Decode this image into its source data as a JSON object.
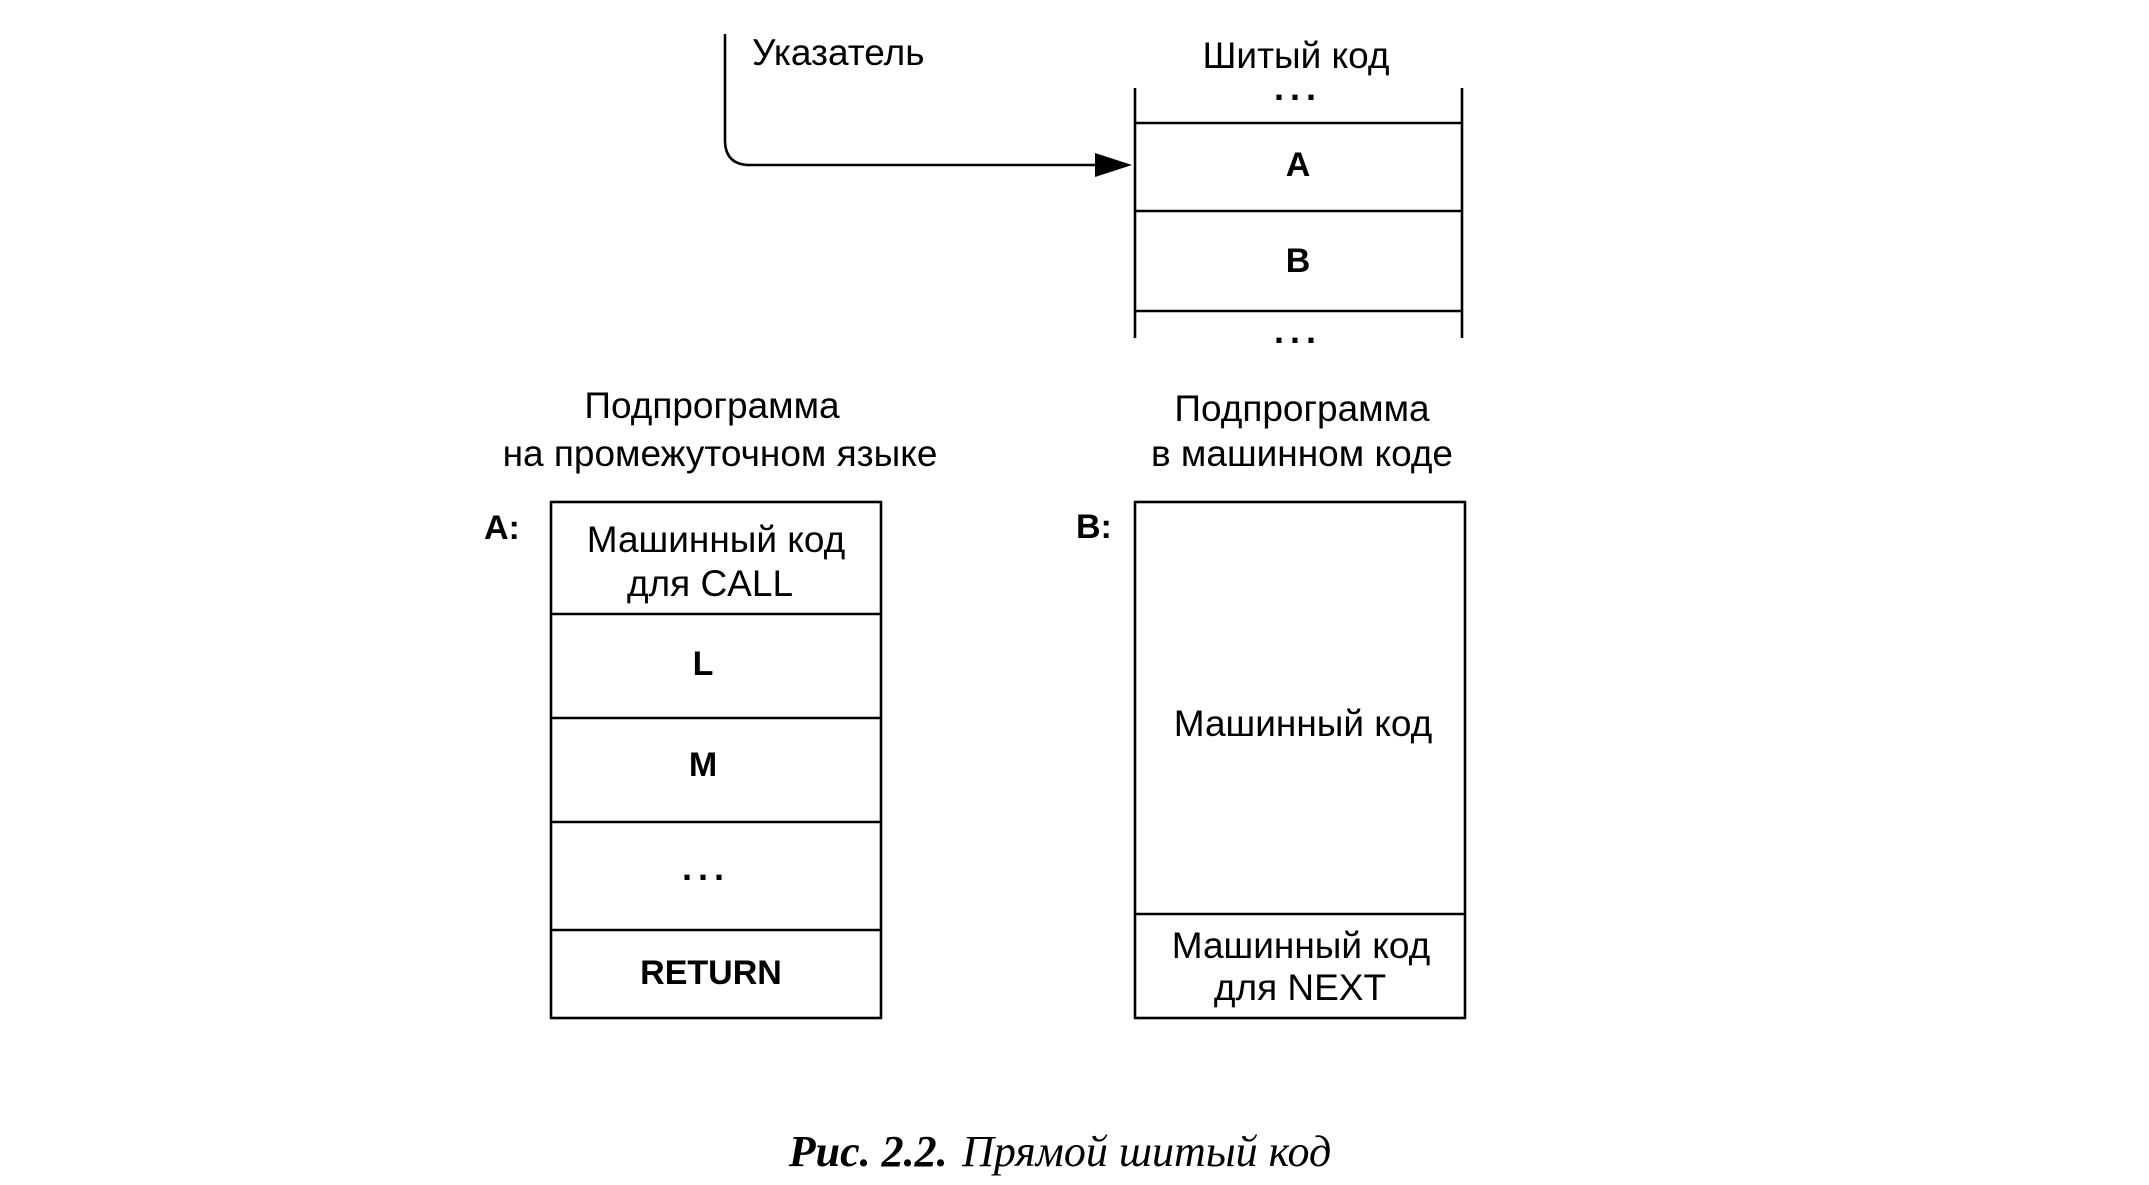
{
  "pointer_label": "Указатель",
  "threaded_code": {
    "title": "Шитый код",
    "top_ellipsis": "...",
    "cells": [
      "A",
      "B"
    ],
    "bottom_ellipsis": "..."
  },
  "subroutine_intermediate": {
    "title_line1": "Подпрограмма",
    "title_line2": "на промежуточном языке",
    "entry_label": "A:",
    "cells": {
      "header_line1": "Машинный код",
      "header_line2": "для CALL",
      "l": "L",
      "m": "M",
      "ellipsis": "...",
      "return": "RETURN"
    }
  },
  "subroutine_machine": {
    "title_line1": "Подпрограмма",
    "title_line2": "в машинном коде",
    "entry_label": "B:",
    "cells": {
      "body": "Машинный код",
      "footer_line1": "Машинный код",
      "footer_line2": "для NEXT"
    }
  },
  "caption": {
    "number": "Рис. 2.2.",
    "text": "Прямой шитый код"
  }
}
